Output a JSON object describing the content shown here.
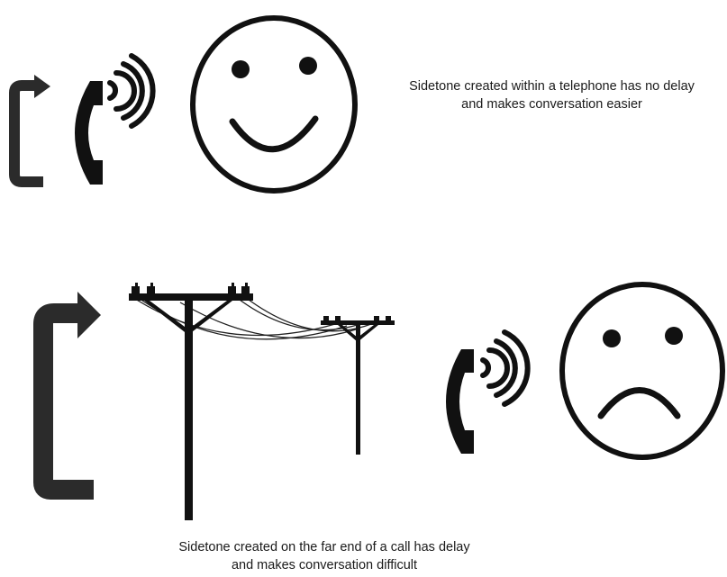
{
  "captions": {
    "top": {
      "line1": "Sidetone created within a telephone has no delay",
      "line2": "and makes conversation easier"
    },
    "bottom": {
      "line1": "Sidetone created on the far end of a call has delay",
      "line2": "and makes conversation difficult"
    }
  },
  "icons": {
    "top": [
      "loop-arrow-icon",
      "telephone-handset-icon",
      "sound-waves-icon",
      "happy-face-icon"
    ],
    "bottom": [
      "loop-arrow-icon",
      "utility-pole-icon",
      "utility-pole-icon",
      "telephone-handset-icon",
      "sound-waves-icon",
      "sad-face-icon"
    ]
  },
  "colors": {
    "ink": "#111111",
    "arrow": "#2b2b2b"
  }
}
